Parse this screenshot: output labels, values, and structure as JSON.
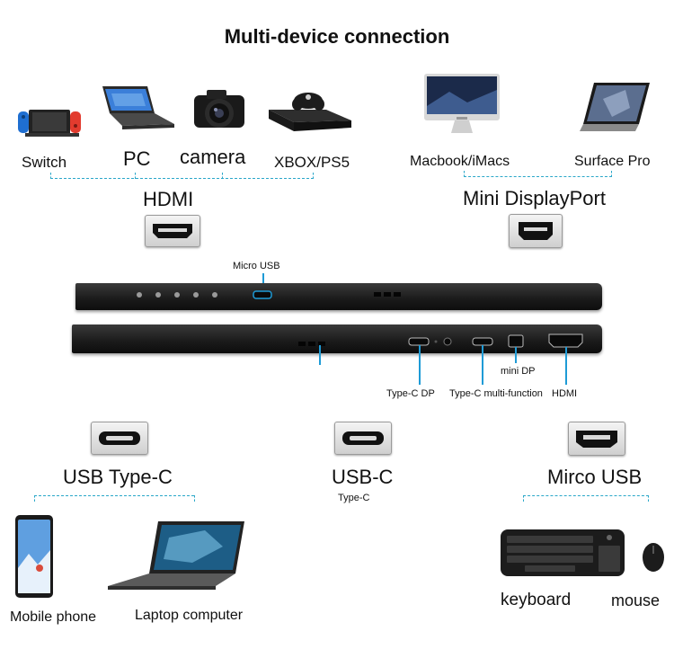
{
  "title": "Multi-device connection",
  "hdmi_group": {
    "devices": [
      "Switch",
      "PC",
      "camera",
      "XBOX/PS5"
    ],
    "port_label": "HDMI"
  },
  "mdp_group": {
    "devices": [
      "Macbook/iMacs",
      "Surface Pro"
    ],
    "port_label": "Mini DisplayPort"
  },
  "monitor": {
    "top_label": "Micro USB",
    "ports": [
      {
        "label": "Type-C DP"
      },
      {
        "label": "Type-C multi-function"
      },
      {
        "label": "mini DP"
      },
      {
        "label": "HDMI"
      }
    ]
  },
  "usb_type_c_group": {
    "port_label": "USB Type-C",
    "devices": [
      "Mobile phone",
      "Laptop computer"
    ]
  },
  "usb_c_group": {
    "port_label": "USB-C",
    "sub_label": "Type-C"
  },
  "micro_usb_group": {
    "port_label": "Mirco USB",
    "devices": [
      "keyboard",
      "mouse"
    ]
  },
  "colors": {
    "accent": "#1e9bd6",
    "dash": "#2aa7c9",
    "device_body": "#1c1c1c"
  }
}
